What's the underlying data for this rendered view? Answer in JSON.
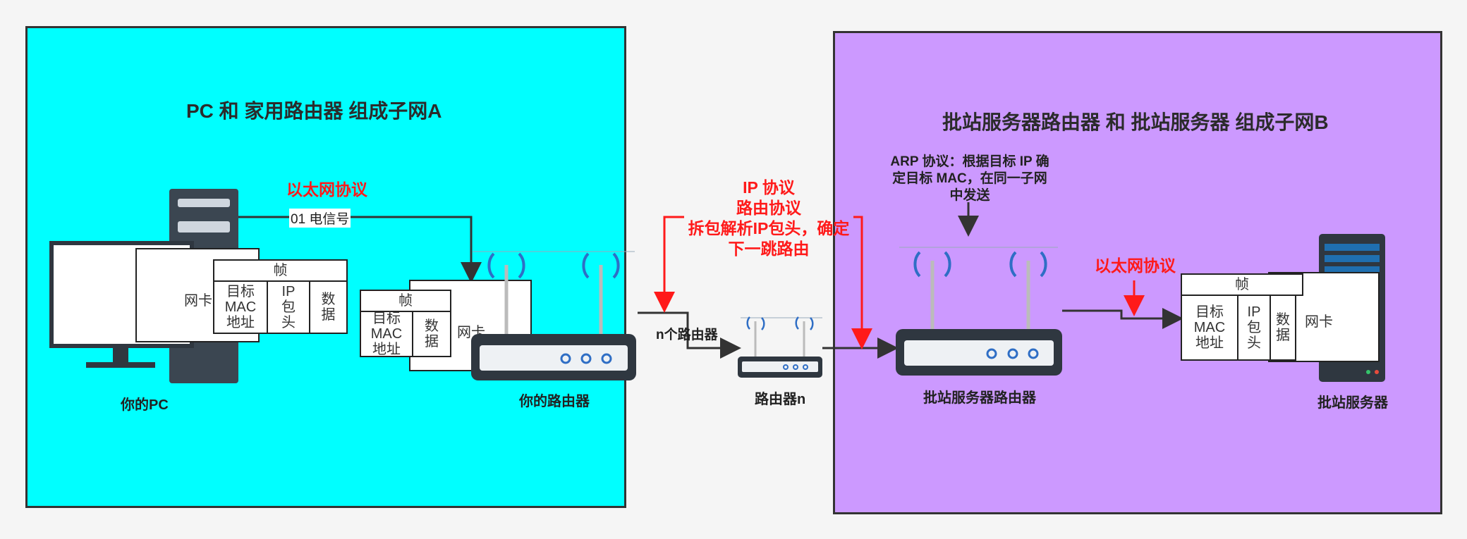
{
  "colors": {
    "subnet_a": "#00ffff",
    "subnet_b": "#cc99ff",
    "accent_red": "#ff1a1a",
    "dark": "#333333"
  },
  "subnet_a": {
    "title": "PC 和 家用路由器 组成子网A"
  },
  "subnet_b": {
    "title": "批站服务器路由器 和 批站服务器 组成子网B"
  },
  "devices": {
    "pc": "你的PC",
    "home_router": "你的路由器",
    "router_n": "路由器n",
    "server_router": "批站服务器路由器",
    "server": "批站服务器"
  },
  "frame": {
    "title": "帧",
    "mac_cell": "目标MAC地址",
    "ip_cell": "IP包头",
    "data_cell": "数据",
    "nic": "网卡"
  },
  "annotations": {
    "ethernet_a": "以太网协议",
    "signal": "01 电信号",
    "ip_protocol": [
      "IP 协议",
      "路由协议",
      "拆包解析IP包头，确定",
      "下一跳路由"
    ],
    "n_routers": "n个路由器",
    "arp": [
      "ARP 协议：根据目标 IP 确",
      "定目标 MAC，在同一子网",
      "中发送"
    ],
    "ethernet_b": "以太网协议"
  },
  "icons": [
    "monitor-icon",
    "pc-tower-icon",
    "wifi-router-icon",
    "server-rack-icon",
    "arrow-icon"
  ]
}
